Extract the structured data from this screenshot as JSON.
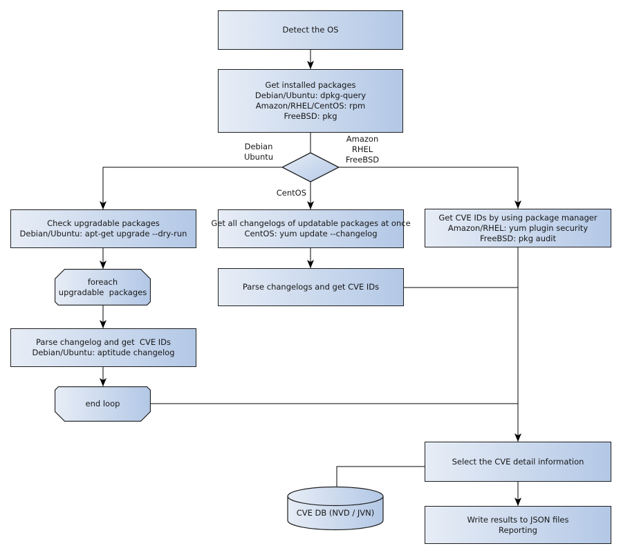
{
  "diagram": {
    "nodes": {
      "detect_os": {
        "label": "Detect the OS",
        "type": "process"
      },
      "get_installed_packages": {
        "label": "Get installed packages\nDebian/Ubuntu: dpkg-query\nAmazon/RHEL/CentOS: rpm\nFreeBSD: pkg",
        "type": "process"
      },
      "os_decision": {
        "label": "",
        "type": "decision"
      },
      "check_upgradable": {
        "label": "Check upgradable packages\nDebian/Ubuntu: apt-get upgrade --dry-run",
        "type": "process"
      },
      "foreach_loop": {
        "label": "foreach\nupgradable  packages",
        "type": "loop-start"
      },
      "parse_changelog_debian": {
        "label": "Parse changelog and get  CVE IDs\nDebian/Ubuntu: aptitude changelog",
        "type": "process"
      },
      "end_loop": {
        "label": "end loop",
        "type": "loop-end"
      },
      "get_all_changelogs": {
        "label": "Get all changelogs of updatable packages at once\nCentOS: yum update --changelog",
        "type": "process"
      },
      "parse_changelogs": {
        "label": "Parse changelogs and get CVE IDs",
        "type": "process"
      },
      "get_cve_ids_package_manager": {
        "label": "Get CVE IDs by using package manager\nAmazon/RHEL: yum plugin security\nFreeBSD: pkg audit",
        "type": "process"
      },
      "select_cve_detail": {
        "label": "Select the CVE detail information",
        "type": "process"
      },
      "write_results": {
        "label": "Write results to JSON files\nReporting",
        "type": "process"
      },
      "cve_db": {
        "label": "CVE DB (NVD / JVN)",
        "type": "database"
      }
    },
    "edge_labels": {
      "debian_ubuntu": "Debian\nUbuntu",
      "amazon_rhel_freebsd": "Amazon\nRHEL\nFreeBSD",
      "centos": "CentOS"
    },
    "colors": {
      "node_fill_light": "#e7edf6",
      "node_fill_dark": "#b3c8e6",
      "node_border": "#1c1c1c",
      "connector": "#000000",
      "text": "#161616",
      "background": "#ffffff"
    }
  }
}
